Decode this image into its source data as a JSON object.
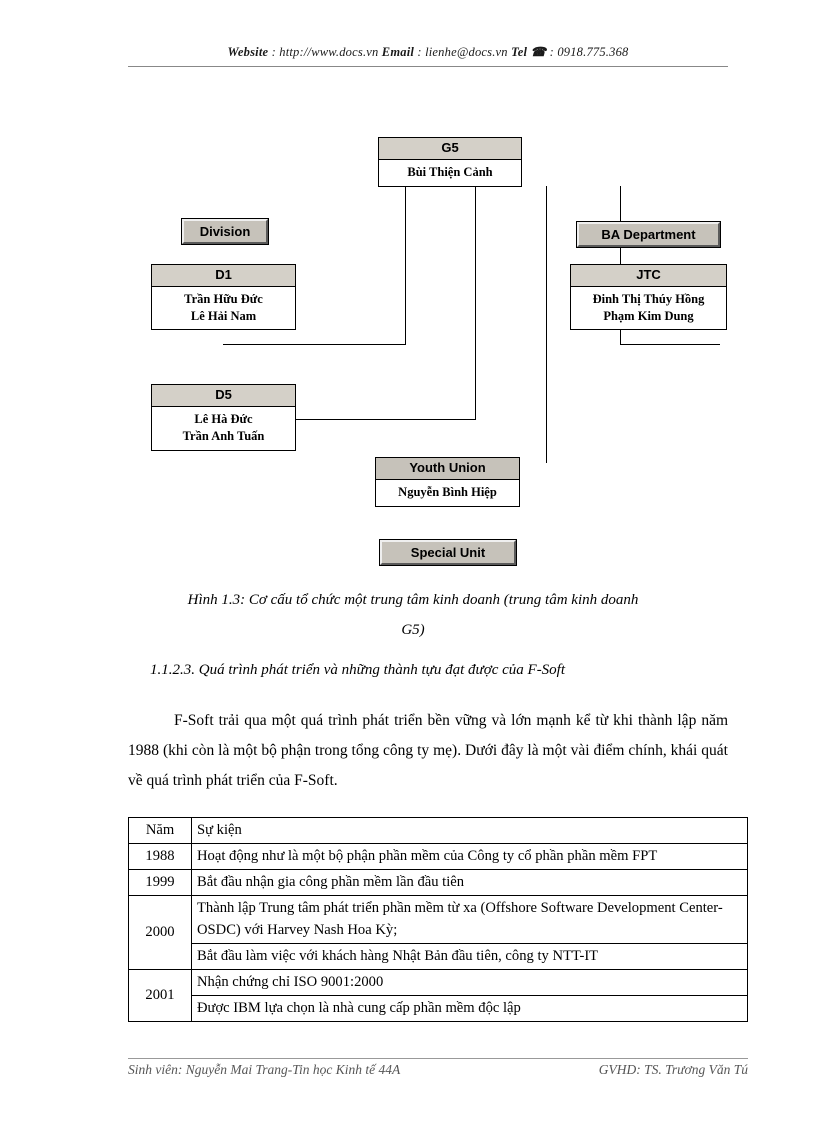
{
  "header": {
    "website_label": "Website",
    "website_value": ": http://www.docs.vn",
    "email_label": "Email",
    "email_value": ": lienhe@docs.vn",
    "tel_label": "Tel",
    "phone_icon": "telephone-icon",
    "tel_value": ": 0918.775.368"
  },
  "org_chart": {
    "nodes": [
      {
        "key": "g5",
        "title": "G5",
        "members": [
          "Bùi Thiện Cảnh"
        ]
      },
      {
        "key": "d1",
        "title": "D1",
        "members": [
          "Trần Hữu Đức",
          "Lê Hải Nam"
        ]
      },
      {
        "key": "d5",
        "title": "D5",
        "members": [
          "Lê Hà Đức",
          "Trần Anh Tuấn"
        ]
      },
      {
        "key": "jtc",
        "title": "JTC",
        "members": [
          "Đinh Thị Thúy Hồng",
          "Phạm Kim Dung"
        ]
      },
      {
        "key": "youth_union",
        "title": "Youth Union",
        "members": [
          "Nguyễn Bình Hiệp"
        ]
      }
    ],
    "tags": [
      {
        "key": "division",
        "label": "Division"
      },
      {
        "key": "ba_department",
        "label": "BA Department"
      },
      {
        "key": "special_unit",
        "label": "Special Unit"
      }
    ]
  },
  "figure_caption": {
    "line1": "Hình 1.3: Cơ cấu tổ chức một trung tâm kinh doanh (trung tâm kinh doanh",
    "line2": "G5)"
  },
  "sub_heading": "1.1.2.3.  Quá trình phát triển và những thành tựu đạt được của F-Soft",
  "body_paragraph": "F-Soft trải qua một quá trình phát triển bền vững và lớn mạnh kể từ khi thành lập năm 1988 (khi còn là một bộ phận trong tổng công ty mẹ). Dưới đây là một vài điểm chính, khái quát về quá trình phát triển của F-Soft.",
  "table": {
    "headers": [
      "Năm",
      "Sự kiện"
    ],
    "rows": [
      {
        "year": "1988",
        "event": "Hoạt động như là một bộ phận phần mềm của Công ty cổ phần phần mềm FPT"
      },
      {
        "year": "1999",
        "event": "Bắt đầu nhận gia công phần mềm lần đầu tiên"
      },
      {
        "year": "2000",
        "event": "Thành lập Trung tâm phát triển phần mềm từ xa (Offshore Software Development Center-OSDC) với Harvey Nash Hoa Kỳ;"
      },
      {
        "year": "",
        "event": "Bắt đầu làm việc với khách hàng Nhật Bản đầu tiên, công ty NTT-IT"
      },
      {
        "year": "2001",
        "event": "Nhận chứng chỉ ISO 9001:2000"
      },
      {
        "year": "",
        "event": "Được IBM lựa chọn là nhà cung cấp phần mềm độc lập"
      }
    ]
  },
  "footer": {
    "left": "Sinh viên: Nguyễn Mai Trang-Tin học Kinh tế 44A",
    "right": "GVHD: TS. Trương Văn Tú"
  }
}
